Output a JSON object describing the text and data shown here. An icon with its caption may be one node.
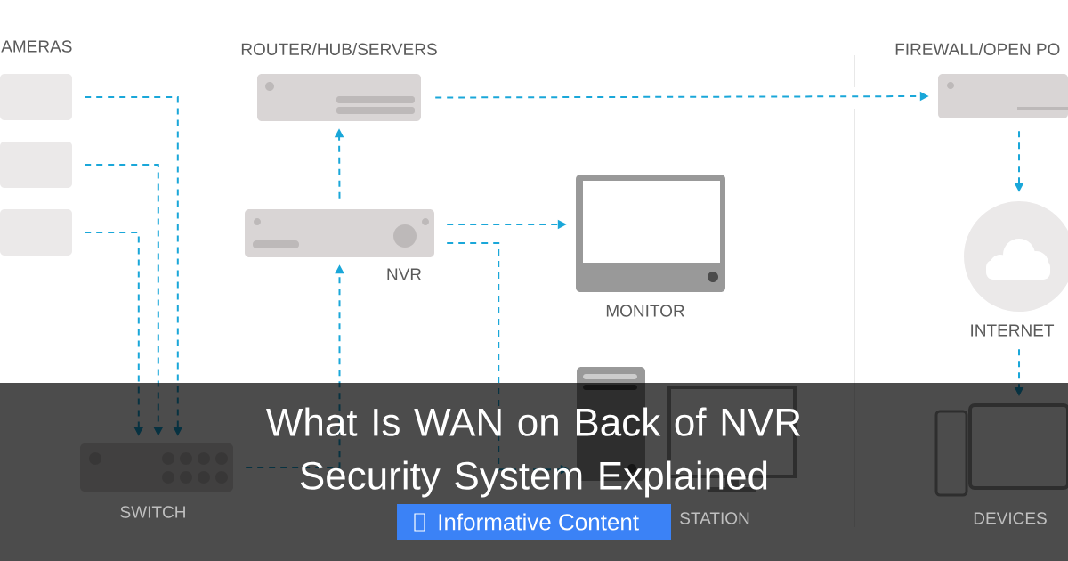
{
  "diagram": {
    "title": "What Is WAN on Back of NVR Security System Explained",
    "nodes": [
      {
        "text": [],
        "shape": "box"
      },
      {
        "text": [],
        "shape": "box"
      },
      {
        "text": [],
        "shape": "box"
      },
      {
        "text": [
          "ROUTER/HUB/SERVERS"
        ]
      },
      {
        "text": [
          "FIREWALL/OPEN PO"
        ]
      },
      {
        "text": [
          "NVR"
        ]
      },
      {
        "text": [
          "MONITOR"
        ]
      },
      {
        "text": [
          "INTERNET"
        ]
      },
      {
        "text": [
          "SWITCH"
        ]
      },
      {
        "text": [
          "STATION"
        ]
      },
      {
        "text": [
          "DEVICES"
        ]
      }
    ],
    "edges": [
      {
        "from": 0,
        "to": 8,
        "arrow": "to",
        "style": "dashed"
      },
      {
        "from": 1,
        "to": 8,
        "arrow": "to",
        "style": "dashed"
      },
      {
        "from": 2,
        "to": 8,
        "arrow": "to",
        "style": "dashed"
      },
      {
        "from": 8,
        "to": 5,
        "arrow": "to",
        "style": "dashed"
      },
      {
        "from": 5,
        "to": 3,
        "arrow": "to",
        "style": "dashed"
      },
      {
        "from": 3,
        "to": 4,
        "arrow": "to",
        "style": "dashed"
      },
      {
        "from": 5,
        "to": 6,
        "arrow": "to",
        "style": "dashed"
      },
      {
        "from": 5,
        "to": 9,
        "arrow": "to",
        "style": "dashed"
      },
      {
        "from": 4,
        "to": 7,
        "arrow": "to",
        "style": "dashed"
      },
      {
        "from": 7,
        "to": 10,
        "arrow": "to",
        "style": "dashed"
      }
    ],
    "labels": [
      "AMERAS",
      "Informative Content"
    ]
  }
}
